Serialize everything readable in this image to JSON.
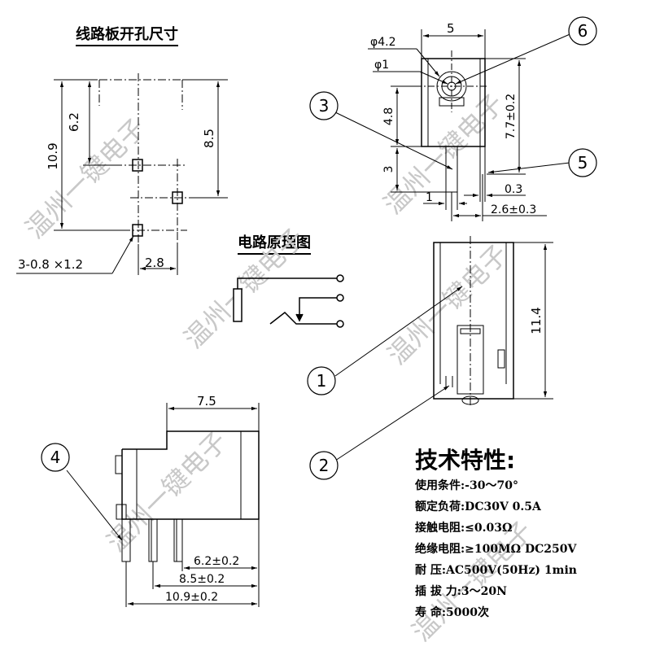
{
  "titles": {
    "pcb": "线路板开孔尺寸",
    "circuit": "电路原理图"
  },
  "dimensions": {
    "pcb_6_2": "6.2",
    "pcb_8_5": "8.5",
    "pcb_10_9": "10.9",
    "pcb_holes": "3-0.8 ×1.2",
    "pcb_2_8": "2.8",
    "top_5": "5",
    "top_d42": "φ4.2",
    "top_d1": "φ1",
    "top_77": "7.7±0.2",
    "top_48": "4.8",
    "top_3": "3",
    "top_1": "1",
    "top_03": "0.3",
    "top_26": "2.6±0.3",
    "front_114": "11.4",
    "side_75": "7.5",
    "side_62": "6.2±0.2",
    "side_85": "8.5±0.2",
    "side_109": "10.9±0.2"
  },
  "callouts": [
    "1",
    "2",
    "3",
    "4",
    "5",
    "6"
  ],
  "specs": {
    "title": "技术特性:",
    "rows": [
      {
        "label": "使用条件:",
        "value": "-30～70°"
      },
      {
        "label": "额定负荷:",
        "value": "DC30V 0.5A"
      },
      {
        "label": "接触电阻:",
        "value": "≤0.03Ω"
      },
      {
        "label": "绝缘电阻:",
        "value": "≥100MΩ  DC250V"
      },
      {
        "label": "耐   压:",
        "value": "AC500V(50Hz) 1min"
      },
      {
        "label": "插 拔 力:",
        "value": "3～20N"
      },
      {
        "label": "寿   命:",
        "value": "5000次"
      }
    ]
  },
  "watermark": "温州一键电子"
}
